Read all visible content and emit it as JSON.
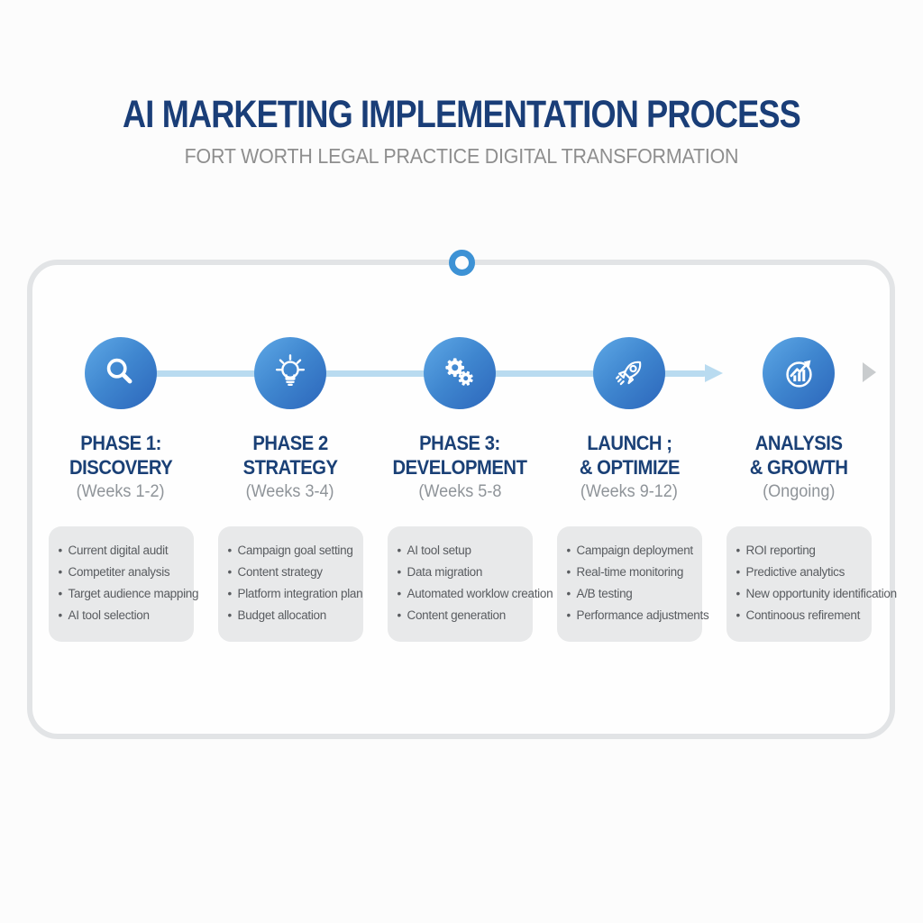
{
  "header": {
    "title": "AI MARKETING IMPLEMENTATION PROCESS",
    "subtitle": "FORT WORTH LEGAL PRACTICE DIGITAL TRANSFORMATION"
  },
  "colors": {
    "heading_navy": "#1a3e78",
    "subtitle_gray": "#8e8e8e",
    "icon_gradient_light": "#5ea8e6",
    "icon_gradient_dark": "#2c66bb",
    "timeline_blue": "#b9dbf0",
    "ring_marker_blue": "#3d92d5",
    "item_box_gray": "#e8e9ea",
    "item_text_gray": "#595c60",
    "weeks_gray": "#8f9499",
    "card_border_gray": "#e2e4e6",
    "chevron_gray": "#c9ccce"
  },
  "phases": [
    {
      "icon": "magnifier-icon",
      "line1": "PHASE 1:",
      "line2": "DISCOVERY",
      "weeks": "(Weeks 1-2)",
      "items": [
        "Current digital audit",
        "Competiter analysis",
        "Target audience mapping",
        "AI tool selection"
      ]
    },
    {
      "icon": "lightbulb-icon",
      "line1": "PHASE 2",
      "line2": "STRATEGY",
      "weeks": "(Weeks 3-4)",
      "items": [
        "Campaign goal setting",
        "Content strategy",
        "Platform integration plan",
        "Budget allocation"
      ]
    },
    {
      "icon": "gears-icon",
      "line1": "PHASE 3:",
      "line2": "DEVELOPMENT",
      "weeks": "(Weeks 5-8",
      "items": [
        "AI tool setup",
        "Data migration",
        "Automated worklow creation",
        "Content generation"
      ]
    },
    {
      "icon": "rocket-icon",
      "line1": "LAUNCH ;",
      "line2": "& OPTIMIZE",
      "weeks": "(Weeks 9-12)",
      "items": [
        "Campaign deployment",
        "Real-time monitoring",
        "A/B testing",
        "Performance adjustments"
      ]
    },
    {
      "icon": "growth-chart-icon",
      "line1": "ANALYSIS",
      "line2": "& GROWTH",
      "weeks": "(Ongoing)",
      "items": [
        "ROI reporting",
        "Predictive analytics",
        "New opportunity identification",
        "Continoous refirement"
      ]
    }
  ]
}
